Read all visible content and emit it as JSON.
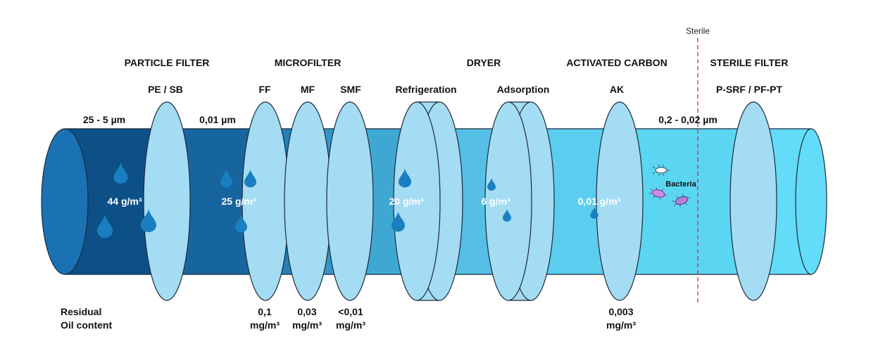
{
  "sterile_marker": {
    "label": "Sterile",
    "line_color": "#d32f2f"
  },
  "categories": [
    {
      "id": "particle",
      "title": "PARTICLE FILTER"
    },
    {
      "id": "micro",
      "title": "MICROFILTER"
    },
    {
      "id": "dryer",
      "title": "DRYER"
    },
    {
      "id": "carbon",
      "title": "ACTIVATED CARBON"
    },
    {
      "id": "sterile",
      "title": "STERILE FILTER"
    }
  ],
  "filter_codes": [
    "PE / SB",
    "FF",
    "MF",
    "SMF",
    "Refrigeration",
    "Adsorption",
    "AK",
    "P-SRF / PF-PT"
  ],
  "particle_sizes": [
    "25 - 5 µm",
    "0,01 µm",
    "0,2 - 0,02 µm"
  ],
  "water_content": [
    "44 g/m³",
    "25 g/m³",
    "20 g/m³",
    "6 g/m³",
    "0,01 g/m³"
  ],
  "bacteria_label": "Bacteria",
  "oil_content": {
    "title_lines": [
      "Residual",
      "Oil content"
    ],
    "values": [
      {
        "value": "0,1",
        "unit": "mg/m³"
      },
      {
        "value": "0,03",
        "unit": "mg/m³"
      },
      {
        "value": "<0,01",
        "unit": "mg/m³"
      },
      {
        "value": "0,003",
        "unit": "mg/m³"
      }
    ]
  },
  "colors": {
    "segments": [
      "#0d5088",
      "#17659f",
      "#2480b6",
      "#3494c6",
      "#3ea8d2",
      "#55bfe6",
      "#5bcdef",
      "#5ad6f2",
      "#62dcf8"
    ],
    "inlet_face": "#1a72b5",
    "ring": "#a3dcf3",
    "drop": "#1a7fc1",
    "bacteria": [
      "#cc8ae0",
      "#b67fd8",
      "#ffffff"
    ]
  }
}
